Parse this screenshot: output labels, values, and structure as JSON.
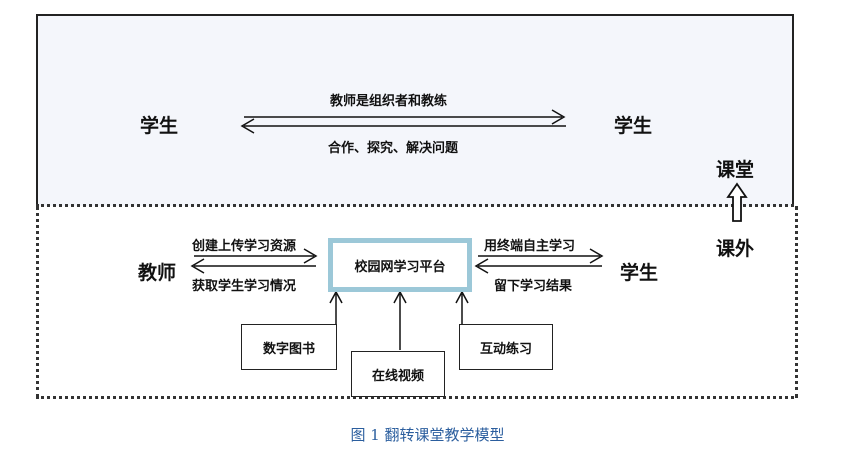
{
  "classroom": {
    "left_student": "学生",
    "right_student": "学生",
    "arrow_top_label": "教师是组织者和教练",
    "arrow_bottom_label": "合作、探究、解决问题"
  },
  "side_labels": {
    "in_class": "课堂",
    "out_class": "课外"
  },
  "outside": {
    "teacher": "教师",
    "student": "学生",
    "upload_label": "创建上传学习资源",
    "obtain_label": "获取学生学习情况",
    "platform": "校园网学习平台",
    "terminal_label": "用终端自主学习",
    "results_label": "留下学习结果",
    "resources": [
      "数字图书",
      "在线视频",
      "互动练习"
    ]
  },
  "caption": "图 1 翻转课堂教学模型",
  "colors": {
    "classroom_bg": "#f4f6fb",
    "platform_border": "#9cc8d8",
    "caption": "#2b5e9e"
  }
}
